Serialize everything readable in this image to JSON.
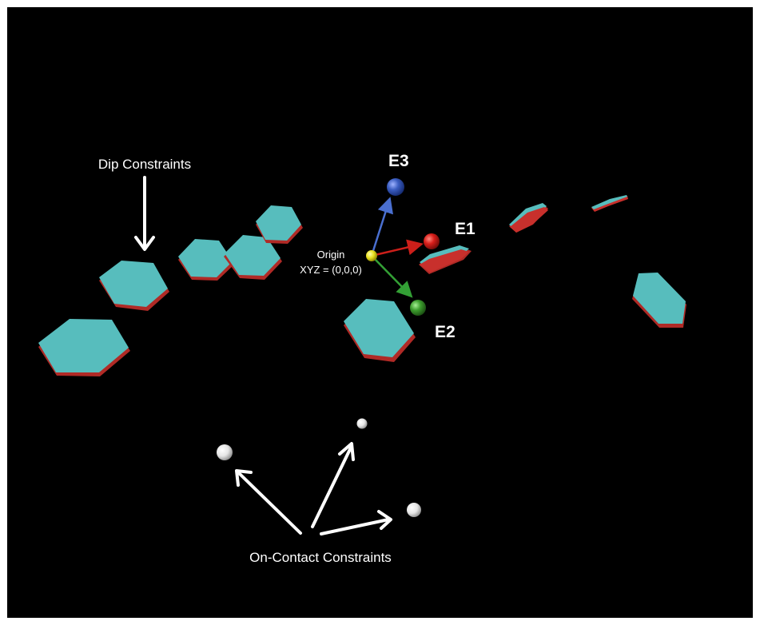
{
  "labels": {
    "dip_constraints": "Dip Constraints",
    "on_contact_constraints": "On-Contact Constraints",
    "origin": "Origin",
    "origin_xyz": "XYZ = (0,0,0)",
    "e1": "E1",
    "e2": "E2",
    "e3": "E3"
  },
  "colors": {
    "background": "#000000",
    "plate_top": "#55bcbc",
    "plate_side": "#c8302c",
    "e1_axis": "#cc1f1a",
    "e2_axis": "#33a035",
    "e3_axis": "#4a6fd0",
    "origin": "#e8e020",
    "contact_point": "#f2f2f2",
    "annotation": "#ffffff"
  }
}
